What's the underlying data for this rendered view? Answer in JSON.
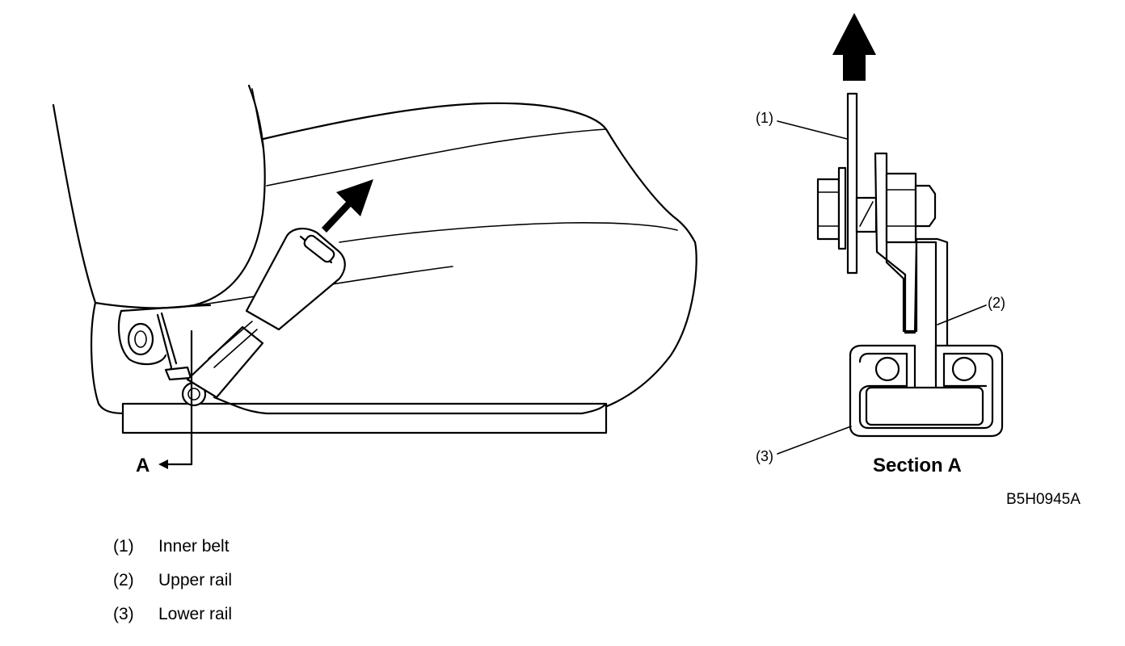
{
  "callouts": {
    "c1": "(1)",
    "c2": "(2)",
    "c3": "(3)"
  },
  "view_marker": "A",
  "section_title": "Section A",
  "figure_code": "B5H0945A",
  "legend": [
    {
      "num": "(1)",
      "label": "Inner belt"
    },
    {
      "num": "(2)",
      "label": "Upper rail"
    },
    {
      "num": "(3)",
      "label": "Lower rail"
    }
  ]
}
